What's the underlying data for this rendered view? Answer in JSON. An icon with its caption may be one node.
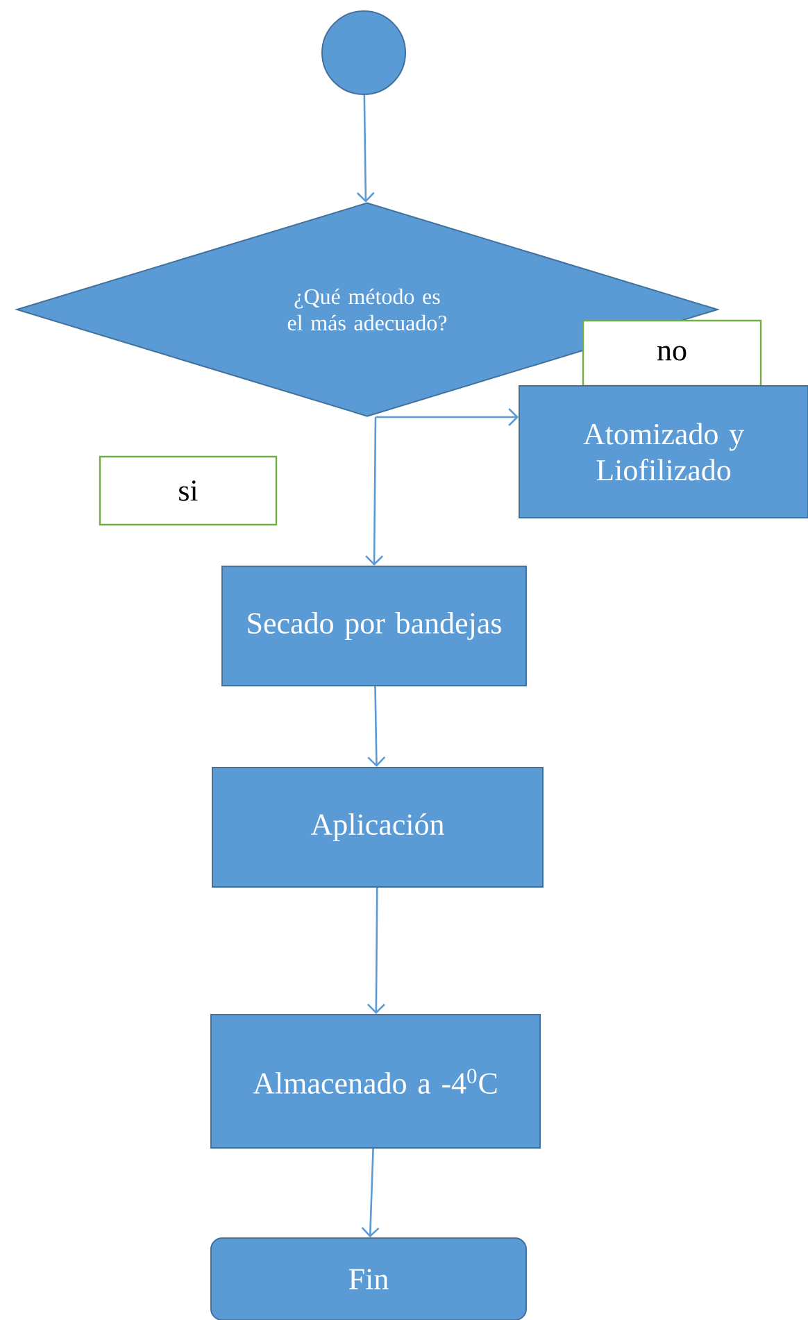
{
  "diagram": {
    "nodes": [
      {
        "text": [],
        "shape": "circle"
      },
      {
        "text": [
          "¿Qué método es el más adecuado?"
        ]
      },
      {
        "text": [
          "no"
        ]
      },
      {
        "text": [
          "Atomizado y Liofilizado"
        ]
      },
      {
        "text": [
          "si"
        ]
      },
      {
        "text": [
          "Secado por bandejas"
        ]
      },
      {
        "text": [
          "Aplicación"
        ]
      },
      {
        "text": [
          "Almacenado  a -4$^{0}$C"
        ]
      },
      {
        "text": [
          "Fin"
        ]
      }
    ],
    "edges": [
      {
        "from": 0,
        "to": 1,
        "arrow": "to"
      },
      {
        "from": 1,
        "to": 5,
        "arrow": "to"
      },
      {
        "from": 1,
        "to": 3,
        "arrow": "to"
      },
      {
        "from": 5,
        "to": 6,
        "arrow": "to"
      },
      {
        "from": 6,
        "to": 7,
        "arrow": "to"
      },
      {
        "from": 7,
        "to": 8,
        "arrow": "to"
      }
    ]
  }
}
